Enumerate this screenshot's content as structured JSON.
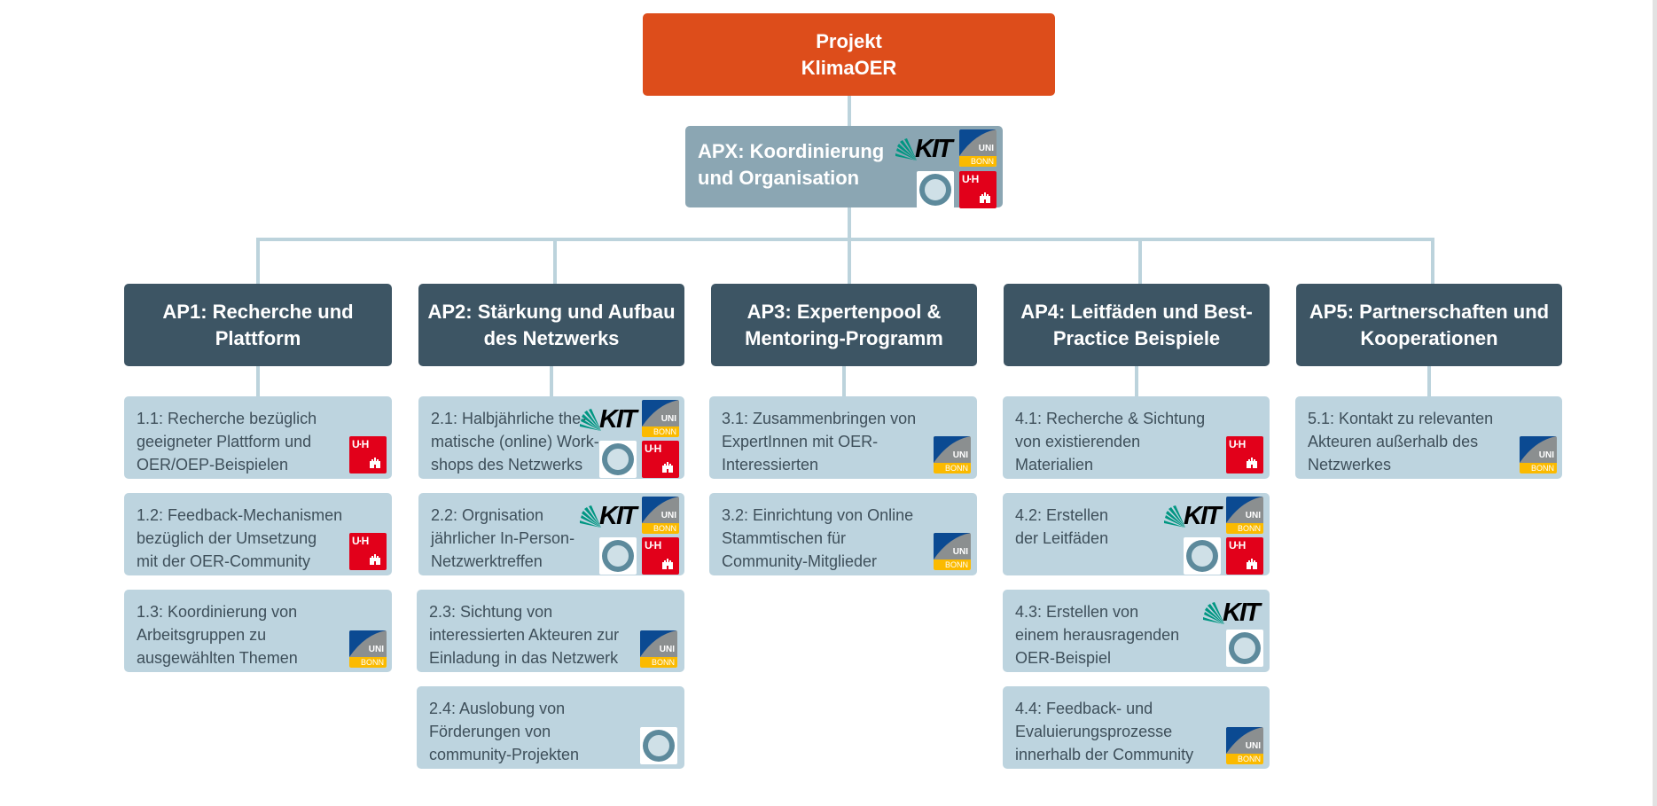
{
  "root": {
    "line1": "Projekt",
    "line2": "KlimaOER"
  },
  "apx": {
    "line1": "APX: Koordinierung",
    "line2": "und Organisation"
  },
  "packages": [
    {
      "line1": "AP1: Recherche und",
      "line2": "Plattform",
      "tasks": [
        {
          "lines": [
            "1.1: Recherche bezüglich",
            "geeigneter Plattform und",
            "OER/OEP-Beispielen"
          ],
          "logos": [
            "uhh-logo"
          ]
        },
        {
          "lines": [
            "1.2: Feedback-Mechanismen",
            "bezüglich der Umsetzung",
            "mit der OER-Community"
          ],
          "logos": [
            "uhh-logo"
          ]
        },
        {
          "lines": [
            "1.3: Koordinierung von",
            "Arbeitsgruppen zu",
            "ausgewählten Themen"
          ],
          "logos": [
            "uni-bonn-logo"
          ]
        }
      ]
    },
    {
      "line1": "AP2: Stärkung und Aufbau",
      "line2": "des Netzwerks",
      "tasks": [
        {
          "lines": [
            "2.1: Halbjährliche the-",
            "matische (online) Work-",
            "shops des Netzwerks"
          ],
          "logos": [
            "kit-logo",
            "uni-bonn-logo",
            "seal-logo",
            "uhh-logo"
          ]
        },
        {
          "lines": [
            "2.2: Orgnisation",
            "jährlicher In-Person-",
            "Netzwerktreffen"
          ],
          "logos": [
            "kit-logo",
            "uni-bonn-logo",
            "seal-logo",
            "uhh-logo"
          ]
        },
        {
          "lines": [
            "2.3: Sichtung von",
            "interessierten Akteuren zur",
            "Einladung in das Netzwerk"
          ],
          "logos": [
            "uni-bonn-logo"
          ]
        },
        {
          "lines": [
            "2.4: Auslobung von",
            "Förderungen von",
            "community-Projekten"
          ],
          "logos": [
            "seal-logo"
          ]
        }
      ]
    },
    {
      "line1": "AP3: Expertenpool &",
      "line2": "Mentoring-Programm",
      "tasks": [
        {
          "lines": [
            "3.1: Zusammenbringen von",
            "ExpertInnen mit OER-",
            "Interessierten"
          ],
          "logos": [
            "uni-bonn-logo"
          ]
        },
        {
          "lines": [
            "3.2: Einrichtung von Online",
            "Stammtischen für",
            "Community-Mitglieder"
          ],
          "logos": [
            "uni-bonn-logo"
          ]
        }
      ]
    },
    {
      "line1": "AP4: Leitfäden und Best-",
      "line2": "Practice Beispiele",
      "tasks": [
        {
          "lines": [
            "4.1: Recherche & Sichtung",
            "von existierenden",
            "Materialien"
          ],
          "logos": [
            "uhh-logo"
          ]
        },
        {
          "lines": [
            "4.2: Erstellen",
            "der Leitfäden"
          ],
          "logos": [
            "kit-logo",
            "uni-bonn-logo",
            "seal-logo",
            "uhh-logo"
          ]
        },
        {
          "lines": [
            "4.3: Erstellen von",
            "einem herausragenden",
            "OER-Beispiel"
          ],
          "logos": [
            "kit-logo",
            "seal-logo"
          ]
        },
        {
          "lines": [
            "4.4: Feedback- und",
            "Evaluierungsprozesse",
            "innerhalb der Community"
          ],
          "logos": [
            "uni-bonn-logo"
          ]
        }
      ]
    },
    {
      "line1": "AP5: Partnerschaften und",
      "line2": "Kooperationen",
      "tasks": [
        {
          "lines": [
            "5.1: Kontakt zu relevanten",
            "Akteuren außerhalb des",
            "Netzwerkes"
          ],
          "logos": [
            "uni-bonn-logo"
          ]
        }
      ]
    }
  ],
  "logo_text": {
    "uhh": "U·H",
    "bonn_uni": "UNI",
    "bonn_bonn": "BONN",
    "kit": "KIT"
  },
  "colors": {
    "root": "#dd4d1b",
    "apx": "#8ba6b3",
    "header": "#3d5564",
    "task": "#bdd4df",
    "connector": "#bcd3dc"
  }
}
